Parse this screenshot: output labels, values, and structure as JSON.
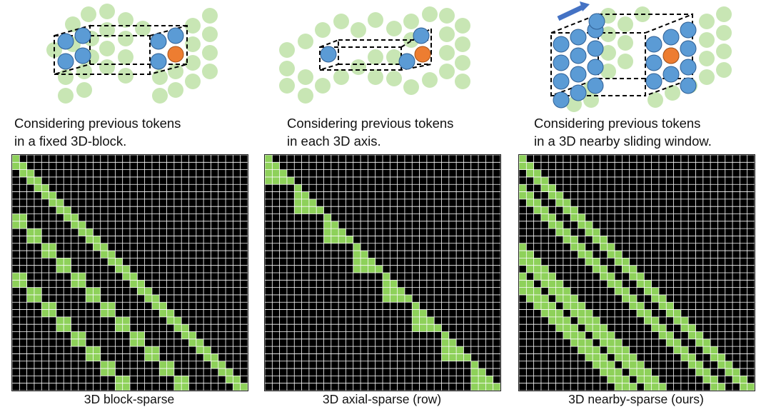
{
  "colors": {
    "active_cell": "#8ED15A",
    "inactive_cell": "#000000",
    "grid_line": "#ffffff",
    "token_green": "#C8E6B4",
    "token_blue": "#5B9BD5",
    "token_orange": "#ED7D31",
    "arrow_blue": "#4472C4"
  },
  "grid_size": 32,
  "panels": [
    {
      "id": "block",
      "caption_line1": "Considering previous tokens",
      "caption_line2": "in a fixed 3D-block.",
      "label": "3D block-sparse",
      "pattern": "block-sparse"
    },
    {
      "id": "axial",
      "caption_line1": "Considering previous tokens",
      "caption_line2": "in each 3D axis.",
      "label": "3D axial-sparse (row)",
      "pattern": "axial-sparse"
    },
    {
      "id": "nearby",
      "caption_line1": "Considering previous tokens",
      "caption_line2": "in a 3D nearby sliding window.",
      "label": "3D nearby-sparse (ours)",
      "pattern": "nearby-sparse"
    }
  ]
}
